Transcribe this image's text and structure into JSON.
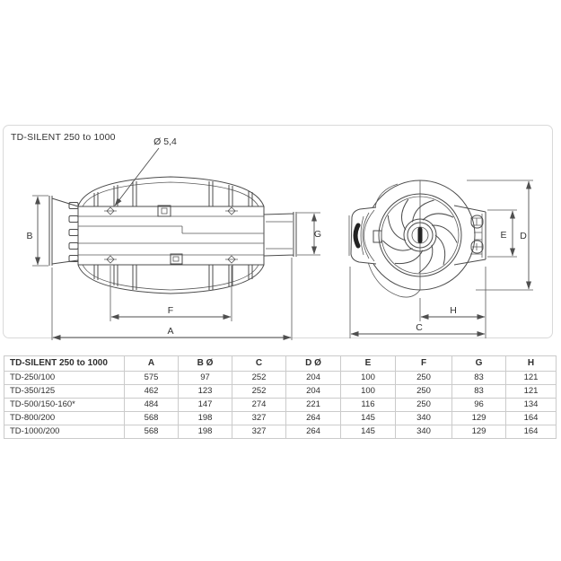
{
  "card": {
    "title": "TD-SILENT 250 to 1000"
  },
  "drawing": {
    "hole_callout": "Ø 5,4",
    "dim_labels": {
      "A": "A",
      "B": "B",
      "C": "C",
      "D": "D",
      "E": "E",
      "F": "F",
      "G": "G",
      "H": "H"
    }
  },
  "table": {
    "headers": [
      "TD-SILENT  250 to 1000",
      "A",
      "B Ø",
      "C",
      "D Ø",
      "E",
      "F",
      "G",
      "H"
    ],
    "rows": [
      {
        "model": "TD-250/100",
        "values": [
          "575",
          "97",
          "252",
          "204",
          "100",
          "250",
          "83",
          "121"
        ]
      },
      {
        "model": "TD-350/125",
        "values": [
          "462",
          "123",
          "252",
          "204",
          "100",
          "250",
          "83",
          "121"
        ]
      },
      {
        "model": "TD-500/150-160*",
        "values": [
          "484",
          "147",
          "274",
          "221",
          "116",
          "250",
          "96",
          "134"
        ]
      },
      {
        "model": "TD-800/200",
        "values": [
          "568",
          "198",
          "327",
          "264",
          "145",
          "340",
          "129",
          "164"
        ]
      },
      {
        "model": "TD-1000/200",
        "values": [
          "568",
          "198",
          "327",
          "264",
          "145",
          "340",
          "129",
          "164"
        ]
      }
    ]
  },
  "colors": {
    "line": "#4b4b4b",
    "table_border": "#cbcbcb",
    "text": "#2f2f2f",
    "card_border": "#d9d9d9"
  }
}
